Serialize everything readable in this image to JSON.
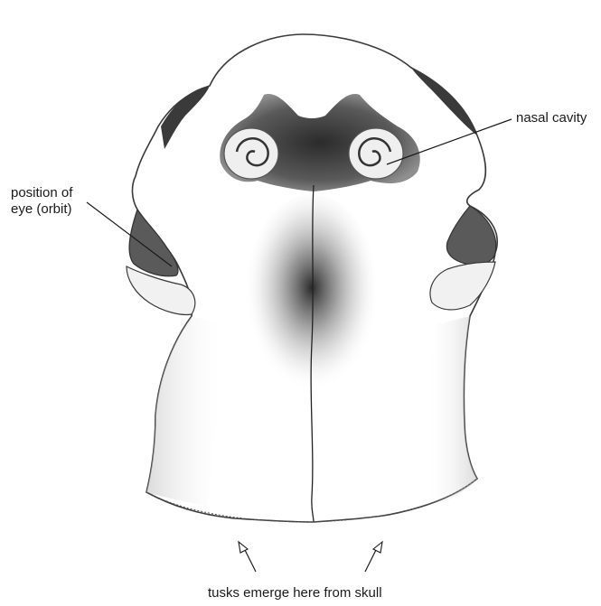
{
  "labels": {
    "nasal": "nasal cavity",
    "orbit_line1": "position of",
    "orbit_line2": "eye (orbit)",
    "tusks": "tusks emerge here from skull"
  },
  "colors": {
    "ink": "#1a1a1a",
    "pencil": "#555555",
    "shade_dark": "#2a2a2a",
    "shade_mid": "#8a8a8a",
    "shade_light": "#cfcfcf",
    "paper": "#ffffff"
  }
}
